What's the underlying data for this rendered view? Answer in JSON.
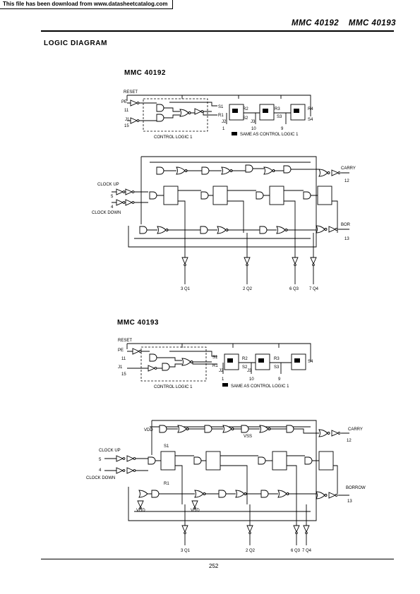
{
  "banner": "This file has been download from  www.datasheetcatalog.com",
  "header": {
    "part1": "MMC 40192",
    "part2": "MMC 40193"
  },
  "section_title": "LOGIC DIAGRAM",
  "diagram1": {
    "title": "MMC 40192",
    "reset": "RESET",
    "pe": "PE",
    "pin11": "11",
    "pin15": "15",
    "j1": "J1",
    "s1": "S1",
    "r1": "R1",
    "r2": "R2",
    "s2": "S2",
    "j2": "J2",
    "r3": "R3",
    "s3": "S3",
    "j3": "J3",
    "r4": "R4",
    "s4": "S4",
    "pin1": "1",
    "pin10": "10",
    "pin9": "9",
    "control_logic": "CONTROL  LOGIC 1",
    "same_as": "SAME AS CONTROL  LOGIC 1",
    "clock_up": "CLOCK UP",
    "clock_down": "CLOCK DOWN",
    "pin5": "5",
    "pin4": "4",
    "carry": "CARRY",
    "pin12": "12",
    "bor": "BOR",
    "pin13": "13",
    "outputs": [
      "3 Q1",
      "2 Q2",
      "6 Q3",
      "7 Q4"
    ]
  },
  "diagram2": {
    "title": "MMC 40193",
    "reset": "RESET",
    "pe": "PE",
    "pin11": "11",
    "pin15": "15",
    "j1": "J1",
    "s1": "S1",
    "r1": "R1",
    "r2": "R2",
    "s2": "S2",
    "j2": "J2",
    "r3": "R3",
    "s3": "S3",
    "j3": "J3",
    "s4": "S4",
    "pin1": "1",
    "pin10": "10",
    "pin9": "9",
    "control_logic": "CONTROL  LOGIC 1",
    "same_as": "SAME  AS  CONTROL  LOGIC 1",
    "vdd": "VDD",
    "vss": "VSS",
    "clock_up": "CLOCK UP",
    "clock_down": "CLOCK DOWN",
    "pin5": "5",
    "pin4": "4",
    "carry": "CARRY",
    "pin12": "12",
    "borrow": "BORROW",
    "pin13": "13",
    "outputs": [
      "3 Q1",
      "2 Q2",
      "6 Q3",
      "7 Q4"
    ]
  },
  "page_number": "252"
}
